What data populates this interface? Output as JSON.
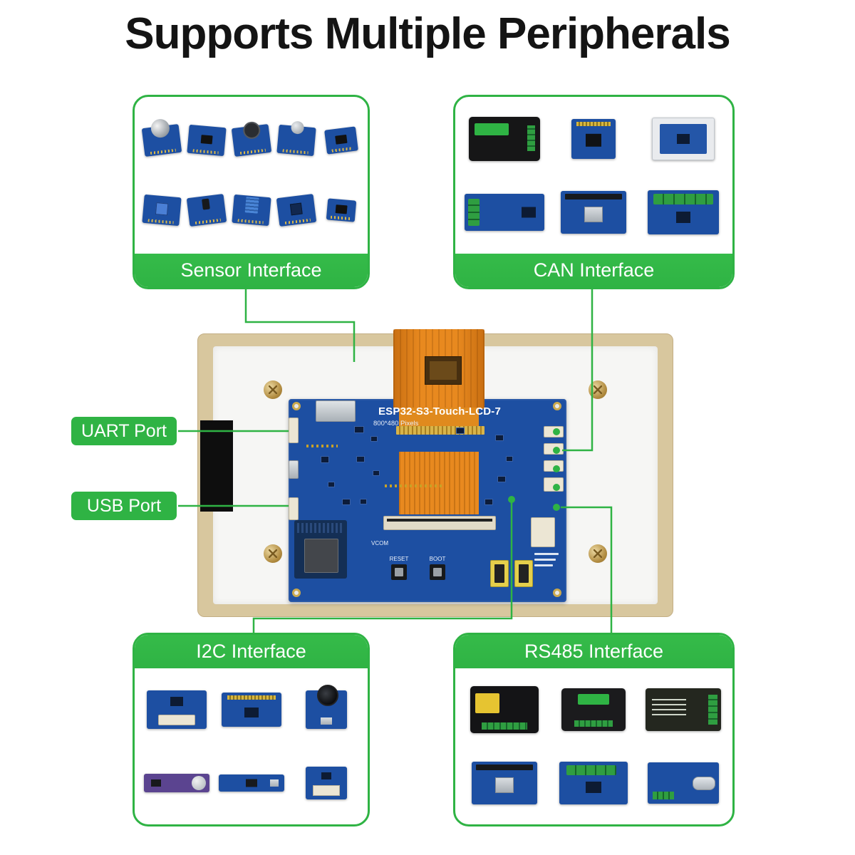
{
  "page": {
    "title": "Supports Multiple Peripherals"
  },
  "colors": {
    "accent_green": "#2fb344",
    "pcb_blue": "#1d4fa2",
    "frame_tan": "#d8c79e",
    "cable_orange": "#e8891f",
    "title_black": "#141414"
  },
  "panels": {
    "sensor": {
      "label": "Sensor Interface",
      "modules": [
        "gas-sensor-module",
        "chip-sensor-module",
        "mic-sensor-module",
        "rotary-sensor-module",
        "small-chip-module",
        "pot-sensor-module",
        "temp-sensor-module",
        "dht11-sensor-module",
        "light-sensor-module",
        "mini-sensor-module"
      ]
    },
    "can": {
      "label": "CAN Interface",
      "modules": [
        "black-can-converter",
        "pin-header-module",
        "framed-can-module",
        "long-terminal-board",
        "gpio-hat-board",
        "relay-terminal-board"
      ]
    },
    "i2c": {
      "label": "I2C Interface",
      "modules": [
        "fpc-i2c-board",
        "header-i2c-board",
        "camera-i2c-board",
        "battery-stick-board",
        "sensor-stick-board",
        "connector-i2c-board"
      ]
    },
    "rs485": {
      "label": "RS485 Interface",
      "modules": [
        "industrial-converter-yellow",
        "industrial-converter-black",
        "industrial-converter-wide",
        "gpio-hat-board",
        "terminal-hat-board",
        "db9-dev-board"
      ]
    }
  },
  "ports": {
    "uart": {
      "label": "UART Port"
    },
    "usb": {
      "label": "USB Port"
    }
  },
  "board": {
    "name": "ESP32-S3-Touch-LCD-7",
    "resolution": "800*480 Pixels",
    "reset_label": "RESET",
    "boot_label": "BOOT",
    "vcom_label": "VCOM"
  }
}
